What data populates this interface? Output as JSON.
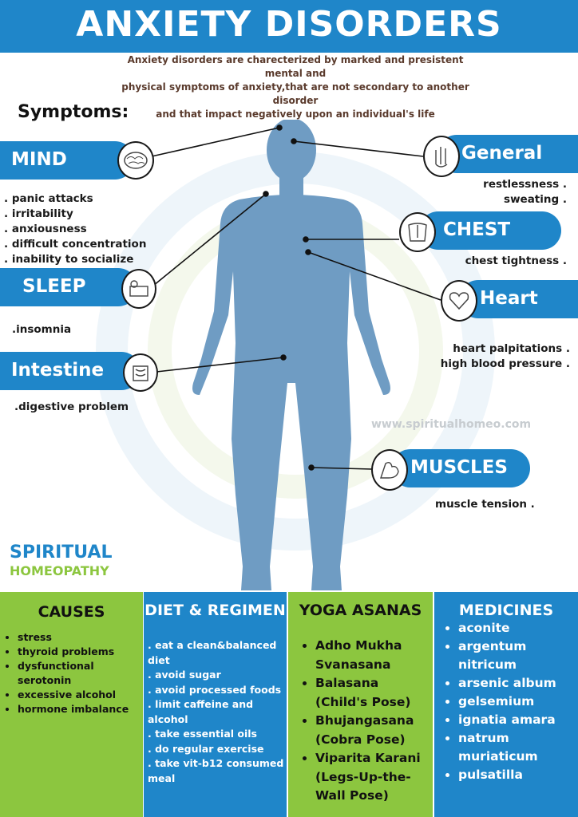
{
  "title": "ANXIETY DISORDERS",
  "intro": [
    "Anxiety disorders are charecterized by marked and presistent",
    "mental and",
    "physical symptoms of anxiety,that are not secondary to another",
    "disorder",
    "and that impact negatively upon an individual's life"
  ],
  "symptoms_heading": "Symptoms:",
  "mind": {
    "label": "MIND",
    "items": [
      "panic attacks",
      "irritability",
      "anxiousness",
      "difficult concentration",
      "inability to socialize"
    ]
  },
  "sleep": {
    "label": "SLEEP",
    "item": ".insomnia"
  },
  "intestine": {
    "label": "Intestine",
    "item": ".digestive problem"
  },
  "general": {
    "label": "General",
    "items": [
      "restlessness  .",
      "sweating ."
    ]
  },
  "chest": {
    "label": "CHEST",
    "item": "chest tightness  ."
  },
  "heart": {
    "label": "Heart",
    "items": [
      "heart palpitations .",
      "high blood pressure ."
    ]
  },
  "muscles": {
    "label": "MUSCLES",
    "item": "muscle tension ."
  },
  "watermark": "www.spiritualhomeo.com",
  "brand": {
    "line1": "SPIRITUAL",
    "line2": "HOMEOPATHY"
  },
  "columns": {
    "causes": {
      "heading": "CAUSES",
      "items": [
        "stress",
        "thyroid problems",
        "dysfunctional serotonin",
        "excessive alcohol",
        "hormone imbalance"
      ]
    },
    "diet": {
      "heading": "DIET & REGIMEN",
      "items": [
        ". eat a clean&balanced diet",
        ". avoid sugar",
        ". avoid processed foods",
        ". limit caffeine and alcohol",
        ". take essential oils",
        ". do regular exercise",
        ". take vit-b12 consumed meal"
      ]
    },
    "yoga": {
      "heading": "YOGA ASANAS",
      "items": [
        "Adho Mukha Svanasana",
        "Balasana (Child's Pose)",
        "Bhujangasana (Cobra Pose)",
        "Viparita Karani (Legs-Up-the-Wall Pose)"
      ]
    },
    "medicines": {
      "heading": "MEDICINES",
      "items": [
        "aconite",
        "argentum nitricum",
        "arsenic album",
        "gelsemium",
        "ignatia amara",
        "natrum muriaticum",
        "pulsatilla"
      ]
    }
  },
  "colors": {
    "blue": "#1f86c9",
    "green": "#8cc63f",
    "body": "#6f9cc3",
    "intro_text": "#5a3a2c"
  },
  "icons": [
    "brain-icon",
    "sleeping-person-icon",
    "intestine-icon",
    "nerve-hand-icon",
    "torso-icon",
    "heart-icon",
    "bicep-icon"
  ]
}
